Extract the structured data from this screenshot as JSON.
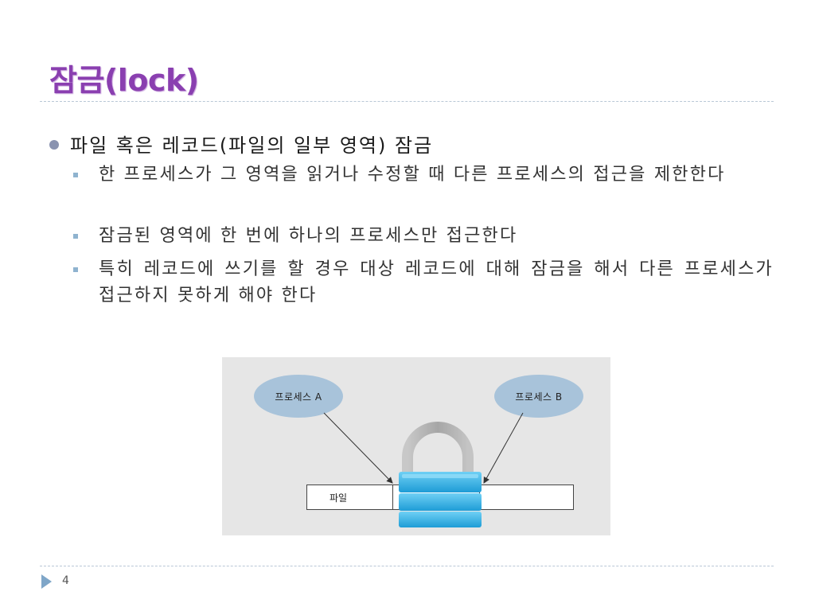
{
  "slide": {
    "title": "잠금(lock)",
    "main_bullet": "파일 혹은 레코드(파일의 일부 영역) 잠금",
    "sub_bullets": [
      "한 프로세스가 그 영역을 읽거나 수정할 때 다른 프로세스의 접근을 제한한다",
      "잠금된 영역에 한 번에 하나의 프로세스만 접근한다",
      "특히 레코드에 쓰기를 할 경우 대상 레코드에 대해 잠금을 해서 다른 프로세스가 접근하지 못하게 해야 한다"
    ],
    "page_number": "4"
  },
  "figure": {
    "process_a": "프로세스 A",
    "process_b": "프로세스 B",
    "file_label": "파일",
    "icon": "padlock-icon",
    "colors": {
      "bubble": "#a8c3da",
      "lock_body": "#3fb6e8",
      "shackle": "#b5b5b5",
      "background": "#e6e6e6"
    }
  },
  "colors": {
    "title": "#8a3fb0",
    "bullet_dot": "#8a93b0",
    "sub_bullet": "#8fb3cf",
    "footer_arrow": "#7fa6c8"
  }
}
